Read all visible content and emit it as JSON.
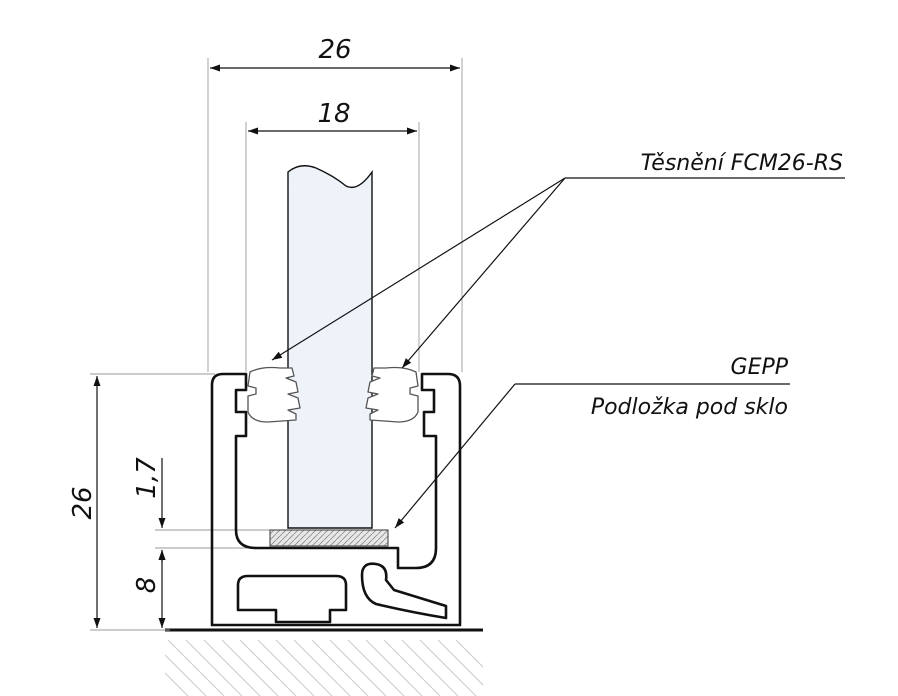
{
  "dimensions": {
    "overall_width": "26",
    "glass_thickness": "18",
    "overall_height": "26",
    "gap_under_glass": "1,7",
    "base_height": "8"
  },
  "labels": {
    "seal": "Těsnění FCM26-RS",
    "pad_line1": "GEPP",
    "pad_line2": "Podložka pod sklo"
  },
  "colors": {
    "glass": "#eef3fa",
    "line": "#111111",
    "extension": "#9a9a9a",
    "hatch": "#c9c9c9"
  }
}
